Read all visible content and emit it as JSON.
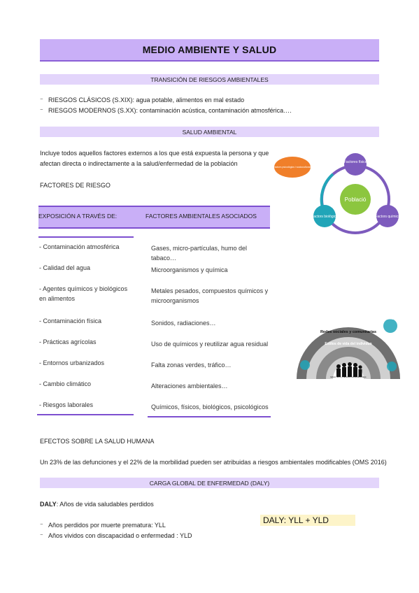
{
  "title": "MEDIO AMBIENTE Y SALUD",
  "sections": {
    "transicion": {
      "heading": "TRANSICIÓN DE RIESGOS AMBIENTALES",
      "bullets": [
        "RIESGOS CLÁSICOS (S.XIX):  agua potable, alimentos en mal estado",
        "RIESGOS MODERNOS (S.XX): contaminación acústica, contaminación atmosférica…."
      ]
    },
    "salud_ambiental": {
      "heading": "SALUD AMBIENTAL",
      "paragraph_line1": "Incluye todos aquellos factores externos a los que está expuesta la persona y que",
      "paragraph_line2": "afectan directa o indirectamente a la salud/enfermedad de la población",
      "factores_label": "FACTORES DE RIESGO"
    },
    "tabla": {
      "col1_header": "EXPOSICIÓN A TRAVÉS DE:",
      "col2_header": "FACTORES AMBIENTALES ASOCIADOS",
      "rows": [
        {
          "left": "- Contaminación atmosférica",
          "right": "Gases, micro-partículas, humo del tabaco…"
        },
        {
          "left": "- Calidad del agua",
          "right": "Microorganismos y química"
        },
        {
          "left": "- Agentes químicos y biológicos en alimentos",
          "right": "Metales pesados, compuestos químicos y microorganismos"
        },
        {
          "left": "- Contaminación física",
          "right": "Sonidos, radiaciones…"
        },
        {
          "left": "- Prácticas agrícolas",
          "right": "Uso de químicos y reutilizar agua residual"
        },
        {
          "left": "- Entornos urbanizados",
          "right": "Falta zonas verdes, tráfico…"
        },
        {
          "left": "- Cambio climático",
          "right": "Alteraciones ambientales…"
        },
        {
          "left": "- Riesgos laborales",
          "right": "Químicos, físicos, biológicos, psicológicos"
        }
      ]
    },
    "diagrama": {
      "center": "Població",
      "top": "Factores físics",
      "right": "Factors químics",
      "left": "Factors biològics",
      "outer_left": "Factors psicològics i socioculturals",
      "arc_outer": "Condiciones socioeconómicas, culturales y ambientales",
      "arc_middle": "Redes sociales y comunitarias",
      "arc_inner": "Estilos de vida del individuo",
      "arc_core": "Edad, sexo y factores constitucionales"
    },
    "efectos": {
      "heading": "EFECTOS SOBRE LA SALUD HUMANA",
      "text": "Un 23% de las defunciones y el 22% de la morbilidad pueden ser atribuidas a riesgos ambientales modificables (OMS 2016)"
    },
    "carga": {
      "heading": "CARGA GLOBAL DE ENFERMEDAD (DALY)",
      "daly_term": "DALY",
      "daly_def": ": Años de vida saludables perdidos",
      "bullets": [
        "Años perdidos por muerte prematura: YLL",
        "Años vividos con discapacidad o enfermedad : YLD"
      ],
      "formula": "DALY: YLL + YLD"
    }
  },
  "colors": {
    "banner": "#c9aff7",
    "band": "#e3d5fb",
    "accent": "#7d4fd0",
    "highlight": "#fdf4c9",
    "orange": "#f07f2a",
    "green": "#8cc63f",
    "teal": "#21a5b8",
    "purple": "#7d5bbd"
  }
}
